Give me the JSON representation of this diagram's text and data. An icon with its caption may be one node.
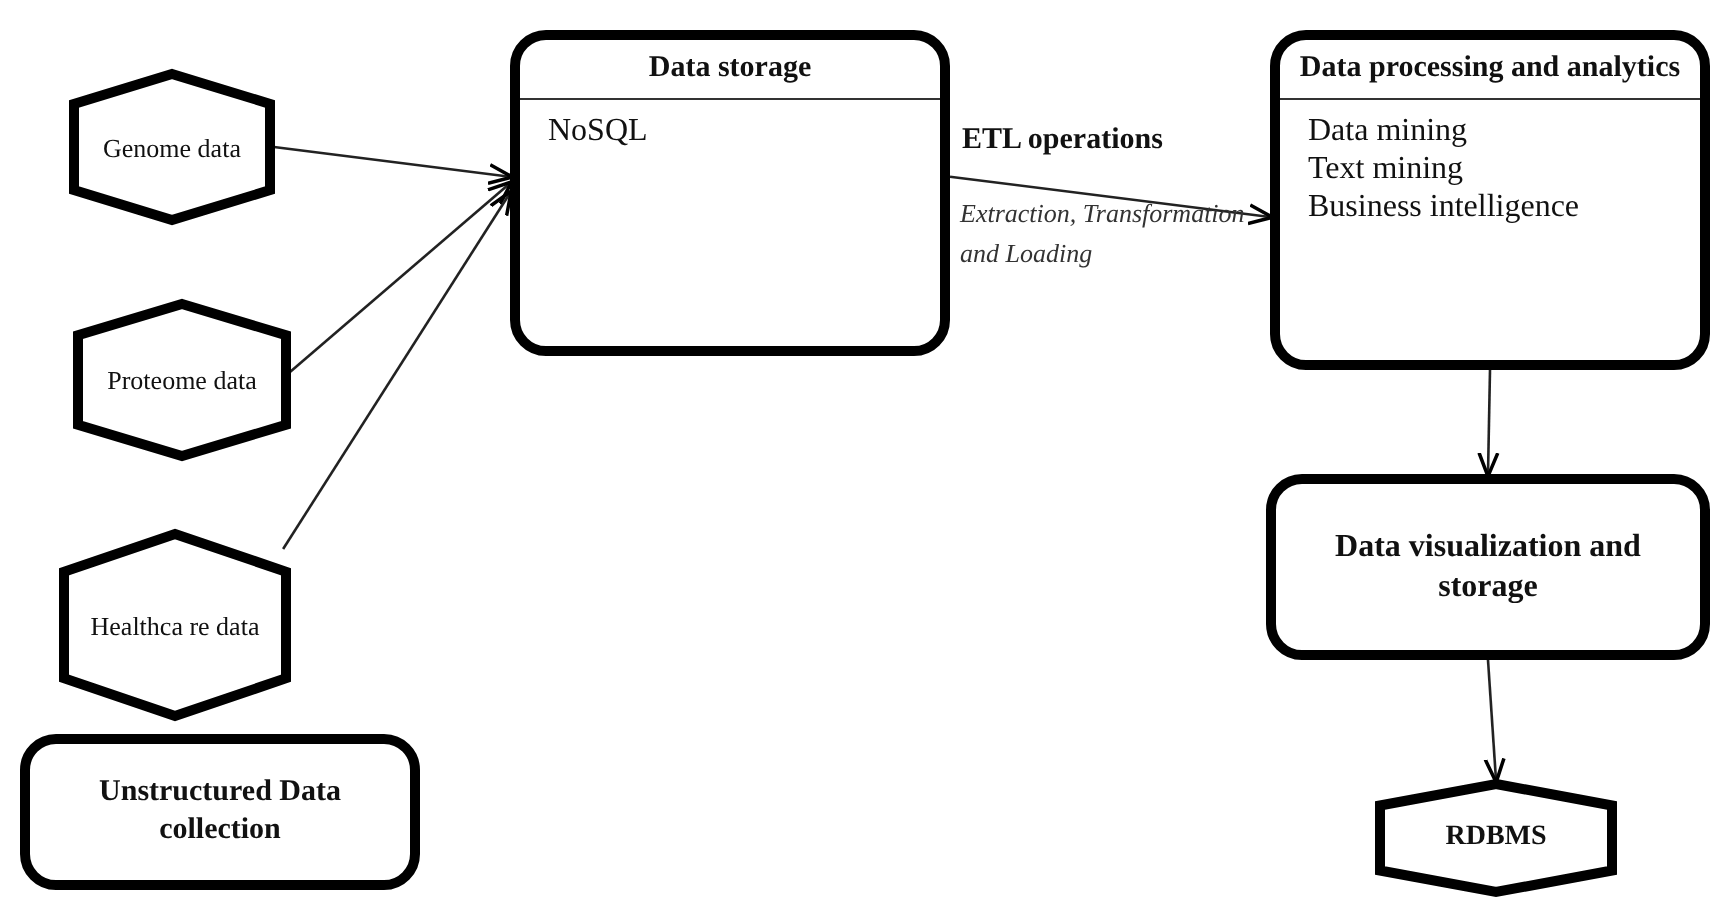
{
  "diagram": {
    "nodes": [
      {
        "text": [
          "Genome data"
        ]
      },
      {
        "text": [
          "Proteome data"
        ]
      },
      {
        "text": [
          "Healthca re data"
        ]
      },
      {
        "text": [
          "Unstructured Data collection"
        ]
      },
      {
        "text": [
          "Data storage",
          "NoSQL"
        ]
      },
      {
        "text": [
          "Data processing and analytics",
          "Data mining",
          "Text mining",
          "Business intelligence"
        ]
      },
      {
        "text": [
          "Data visualization and storage"
        ]
      },
      {
        "text": [
          "RDBMS"
        ]
      }
    ],
    "edges": [
      {
        "from": 0,
        "to": 4,
        "arrow": "to"
      },
      {
        "from": 1,
        "to": 4,
        "arrow": "to"
      },
      {
        "from": 2,
        "to": 4,
        "arrow": "to"
      },
      {
        "from": 4,
        "to": 5,
        "arrow": "to",
        "label": "ETL operations"
      },
      {
        "from": 5,
        "to": 6,
        "arrow": "to"
      },
      {
        "from": 6,
        "to": 7,
        "arrow": "to"
      }
    ],
    "labels": [
      "Extraction, Transformation and Loading"
    ]
  }
}
